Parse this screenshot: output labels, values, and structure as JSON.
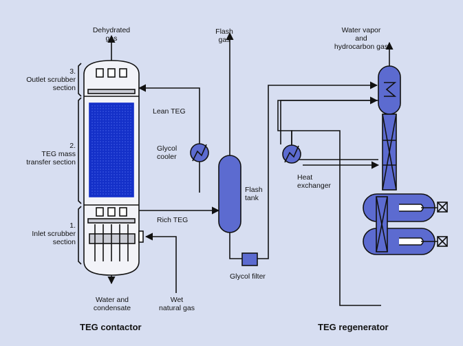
{
  "labels": {
    "dehydrated_gas": "Dehydrated\ngas",
    "flash_gas": "Flash\ngas",
    "water_vapor": "Water vapor\nand\nhydrocarbon gas",
    "outlet_scrubber": "3.\nOutlet scrubber\nsection",
    "teg_mass_transfer": "2.\nTEG mass\ntransfer section",
    "inlet_scrubber": "1.\nInlet scrubber\nsection",
    "lean_teg": "Lean TEG",
    "glycol_cooler": "Glycol\ncooler",
    "flash_tank": "Flash\ntank",
    "heat_exchanger": "Heat\nexchanger",
    "rich_teg": "Rich TEG",
    "glycol_filter": "Glycol filter",
    "water_condensate": "Water and\ncondensate",
    "wet_gas": "Wet\nnatural gas",
    "teg_contactor": "TEG contactor",
    "teg_regenerator": "TEG regenerator"
  },
  "colors": {
    "background": "#d7def1",
    "vessel_fill": "#5c6bd0",
    "packing_fill": "#1430c8",
    "line": "#111111"
  }
}
